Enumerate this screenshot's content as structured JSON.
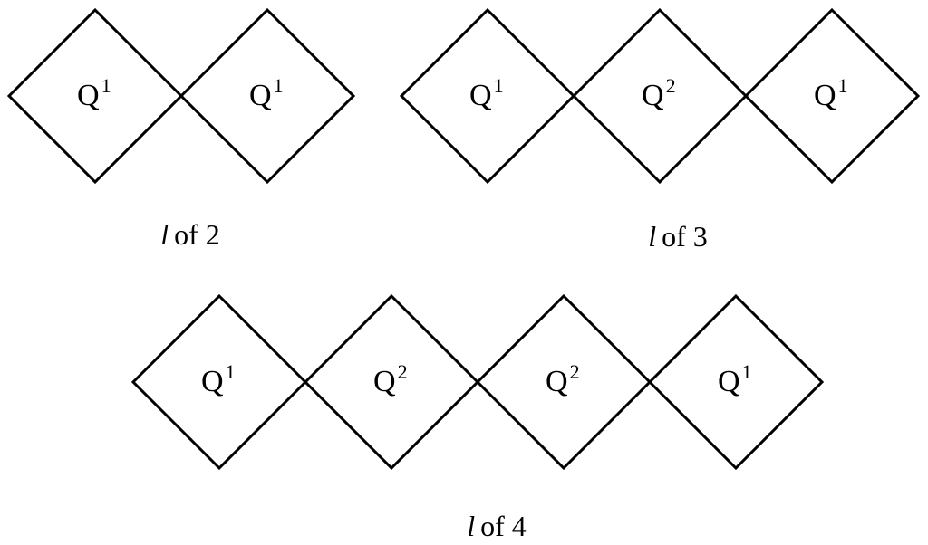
{
  "colors": {
    "stroke": "#000000",
    "background": "#ffffff"
  },
  "chains": [
    {
      "caption": {
        "var": "l",
        "text": "of 2"
      },
      "nodes": [
        {
          "letter": "Q",
          "sup": "1"
        },
        {
          "letter": "Q",
          "sup": "1"
        }
      ]
    },
    {
      "caption": {
        "var": "l",
        "text": "of 3"
      },
      "nodes": [
        {
          "letter": "Q",
          "sup": "1"
        },
        {
          "letter": "Q",
          "sup": "2"
        },
        {
          "letter": "Q",
          "sup": "1"
        }
      ]
    },
    {
      "caption": {
        "var": "l",
        "text": "of 4"
      },
      "nodes": [
        {
          "letter": "Q",
          "sup": "1"
        },
        {
          "letter": "Q",
          "sup": "2"
        },
        {
          "letter": "Q",
          "sup": "2"
        },
        {
          "letter": "Q",
          "sup": "1"
        }
      ]
    }
  ]
}
